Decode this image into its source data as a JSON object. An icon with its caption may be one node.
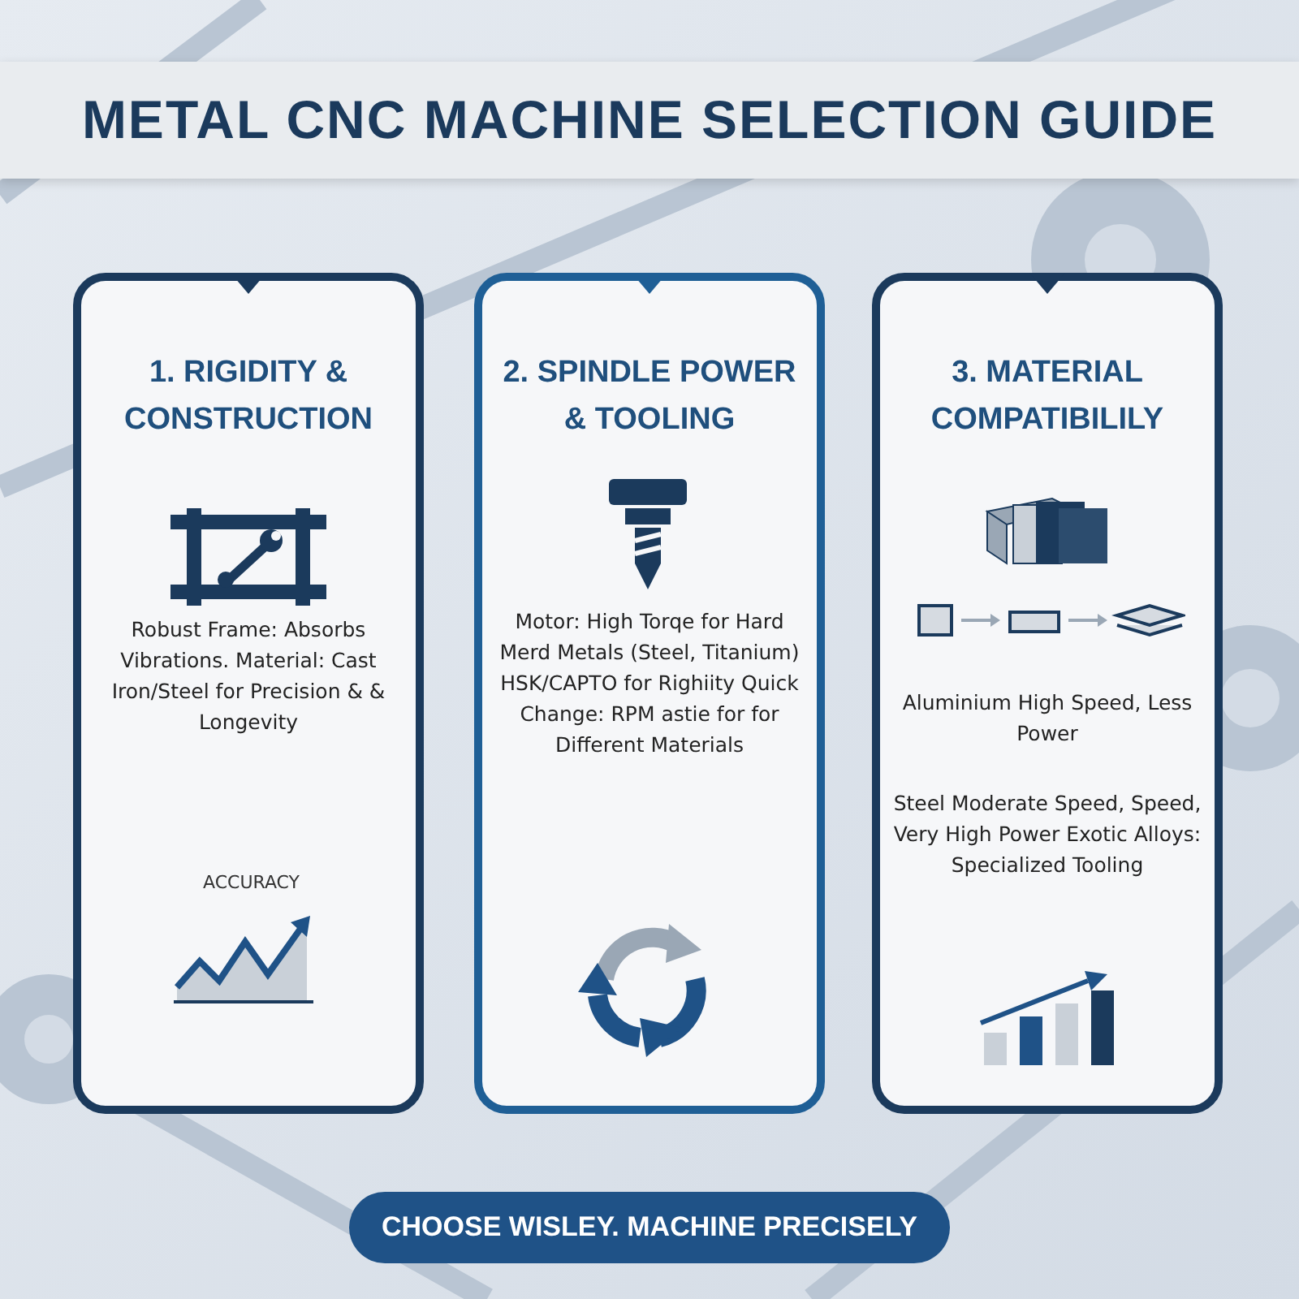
{
  "diagram": {
    "title": "METAL CNC MACHINE SELECTION GUIDE",
    "nodes": [
      {
        "text": [
          "1. RIGIDITY & CONSTRUCTION",
          "Robust Frame: Absorbs Vibrations. Material: Cast Iron/Steel for Precision & & Longevity"
        ]
      },
      {
        "text": [
          "2. SPINDLE POWER & TOOLING",
          "Motor: High Torqe for Hard Merd Metals (Steel, Titanium) HSK/CAPTO for Righiity Quick Change: RPM astie for for Different Materials"
        ]
      },
      {
        "text": [
          "3. MATERIAL COMPATIBILILY",
          "Aluminium High Speed, Less Power",
          "Steel Moderate Speed, Speed, Very High Power Exotic Alloys: Specialized Tooling"
        ]
      },
      {
        "text": [
          "CHOOSE WISLEY. MACHINE PRECISELY"
        ]
      }
    ],
    "labels": [
      "ACCURACY"
    ]
  }
}
